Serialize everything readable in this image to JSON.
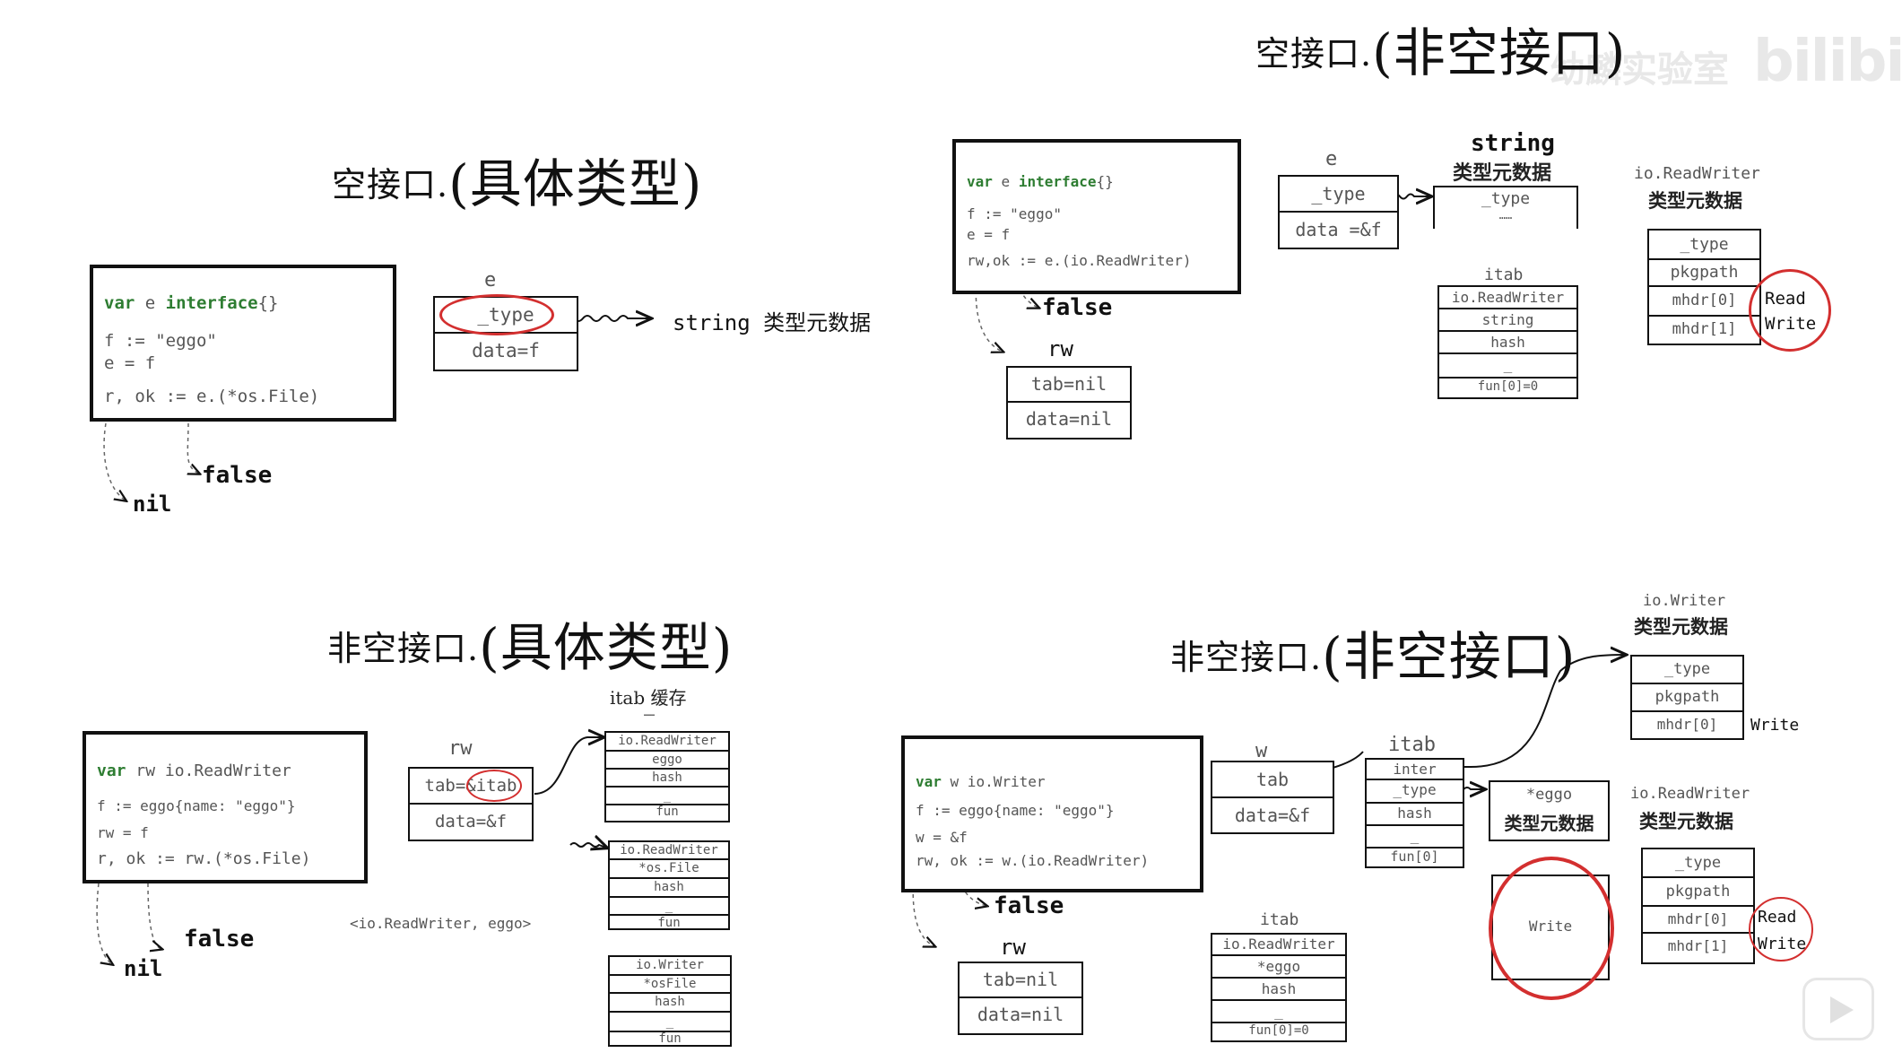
{
  "watermark": {
    "channel": "幼麟实验室",
    "brand": "bilibili"
  },
  "panels": {
    "top_left": {
      "title_main": "空接口.",
      "title_paren": "(具体类型)",
      "code": [
        {
          "kw1": "var",
          "mid": " e ",
          "kw2": "interface",
          "rest": "{}"
        },
        {
          "text": "f := \"eggo\""
        },
        {
          "text": "e = f"
        },
        {
          "text": "r, ok := e.(*os.File)"
        }
      ],
      "var_label": "e",
      "var_cells": [
        "_type",
        "data=f"
      ],
      "arrow_target": "string 类型元数据",
      "result_ok": "false",
      "result_r": "nil"
    },
    "top_right": {
      "title_main": "空接口.",
      "title_paren": "(非空接口)",
      "code": [
        {
          "kw1": "var",
          "mid": " e ",
          "kw2": "interface",
          "rest": "{}"
        },
        {
          "text": "f := \"eggo\""
        },
        {
          "text": "e = f"
        },
        {
          "text": "rw,ok := e.(io.ReadWriter)"
        }
      ],
      "var_label": "e",
      "var_cells": [
        "_type",
        "data =&f"
      ],
      "string_meta_title": "string",
      "string_meta_sub": "类型元数据",
      "string_meta_cells": [
        "_type",
        "……"
      ],
      "itab_label": "itab",
      "itab_cells": [
        "io.ReadWriter",
        "string",
        "hash",
        "_",
        "fun[0]=0"
      ],
      "rw_meta_title": "io.ReadWriter",
      "rw_meta_sub": "类型元数据",
      "rw_meta_cells": [
        "_type",
        "pkgpath",
        "mhdr[0]",
        "mhdr[1]"
      ],
      "methods": [
        "Read",
        "Write"
      ],
      "result_ok": "false",
      "rw_label": "rw",
      "rw_cells": [
        "tab=nil",
        "data=nil"
      ]
    },
    "bottom_left": {
      "title_main": "非空接口.",
      "title_paren": "(具体类型)",
      "code": [
        {
          "kw1": "var",
          "mid": " rw io.ReadWriter",
          "kw2": "",
          "rest": ""
        },
        {
          "text": "f := eggo{name: \"eggo\"}"
        },
        {
          "text": "rw = f"
        },
        {
          "text": "r, ok := rw.(*os.File)"
        }
      ],
      "var_label": "rw",
      "var_cells": [
        "tab=&itab",
        "data=&f"
      ],
      "key_note": "<io.ReadWriter,   eggo>",
      "cache_title": "itab 缓存",
      "cache_dots": "……",
      "cache_tables": [
        [
          "io.ReadWriter",
          "eggo",
          "hash",
          "_",
          "fun"
        ],
        [
          "io.ReadWriter",
          "*os.File",
          "hash",
          "_",
          "fun"
        ],
        [
          "io.Writer",
          "*osFile",
          "hash",
          "_",
          "fun"
        ]
      ],
      "result_ok": "false",
      "result_r": "nil"
    },
    "bottom_right": {
      "title_main": "非空接口.",
      "title_paren": "(非空接口)",
      "code": [
        {
          "kw1": "var",
          "mid": " w io.Writer",
          "kw2": "",
          "rest": ""
        },
        {
          "text": "f := eggo{name: \"eggo\"}"
        },
        {
          "text": "w = &f"
        },
        {
          "text": "rw, ok := w.(io.ReadWriter)"
        }
      ],
      "var_label": "w",
      "var_cells": [
        "tab",
        "data=&f"
      ],
      "itab_label": "itab",
      "itab_cells": [
        "inter",
        "_type",
        "hash",
        "_",
        "fun[0]"
      ],
      "eggo_meta_line1": "*eggo",
      "eggo_meta_line2": "类型元数据",
      "eggo_method": "Write",
      "writer_meta_title": "io.Writer",
      "writer_meta_sub": "类型元数据",
      "writer_meta_cells": [
        "_type",
        "pkgpath",
        "mhdr[0]"
      ],
      "writer_method": "Write",
      "rw_meta_title": "io.ReadWriter",
      "rw_meta_sub": "类型元数据",
      "rw_meta_cells": [
        "_type",
        "pkgpath",
        "mhdr[0]",
        "mhdr[1]"
      ],
      "rw_methods": [
        "Read",
        "Write"
      ],
      "itab2_label": "itab",
      "itab2_cells": [
        "io.ReadWriter",
        "*eggo",
        "hash",
        "_",
        "fun[0]=0"
      ],
      "result_ok": "false",
      "rw_label": "rw",
      "rw_cells": [
        "tab=nil",
        "data=nil"
      ]
    }
  },
  "colors": {
    "ink": "#111111",
    "code_gray": "#555555",
    "keyword_green": "#2e7d32",
    "highlight_red": "#d32f2f"
  }
}
